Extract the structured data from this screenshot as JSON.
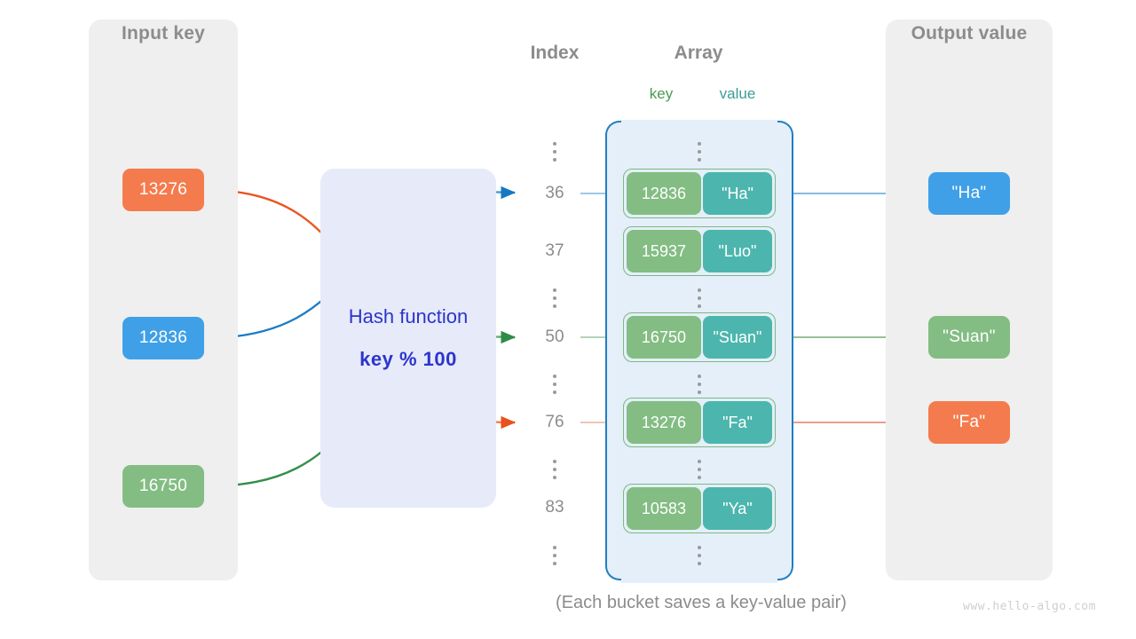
{
  "diagram": {
    "caption": "(Each bucket saves a key-value pair)",
    "watermark": "www.hello-algo.com"
  },
  "input_panel": {
    "title": "Input key",
    "keys": [
      {
        "label": "13276",
        "color": "#f47b4d"
      },
      {
        "label": "12836",
        "color": "#3fa0e8"
      },
      {
        "label": "16750",
        "color": "#83bd83"
      }
    ]
  },
  "hash_function": {
    "label": "Hash function",
    "formula": "key % 100",
    "text_color": "#2b35cc",
    "box_color": "#e7eaf8"
  },
  "index_column": {
    "heading": "Index",
    "rows": [
      "dots",
      "36",
      "37",
      "dots",
      "50",
      "dots",
      "76",
      "dots",
      "83",
      "dots"
    ],
    "labels": [
      "36",
      "37",
      "50",
      "76",
      "83"
    ]
  },
  "array": {
    "heading": "Array",
    "key_heading": "key",
    "value_heading": "value",
    "key_heading_color": "#489b4f",
    "value_heading_color": "#3a9e96",
    "background": "#e4effa",
    "bracket_color": "#1f7fc4",
    "buckets": [
      {
        "index": "36",
        "key": "12836",
        "value": "\"Ha\""
      },
      {
        "index": "37",
        "key": "15937",
        "value": "\"Luo\""
      },
      {
        "index": "50",
        "key": "16750",
        "value": "\"Suan\""
      },
      {
        "index": "76",
        "key": "13276",
        "value": "\"Fa\""
      },
      {
        "index": "83",
        "key": "10583",
        "value": "\"Ya\""
      }
    ]
  },
  "output_panel": {
    "title": "Output value",
    "values": [
      {
        "label": "\"Ha\"",
        "color": "#3fa0e8"
      },
      {
        "label": "\"Suan\"",
        "color": "#83bd83"
      },
      {
        "label": "\"Fa\"",
        "color": "#f47b4d"
      }
    ]
  },
  "flows": [
    {
      "key": "13276",
      "index": "76",
      "value": "\"Fa\"",
      "color": "#e8511b"
    },
    {
      "key": "12836",
      "index": "36",
      "value": "\"Ha\"",
      "color": "#1578c2"
    },
    {
      "key": "16750",
      "index": "50",
      "value": "\"Suan\"",
      "color": "#2e8b46"
    }
  ]
}
